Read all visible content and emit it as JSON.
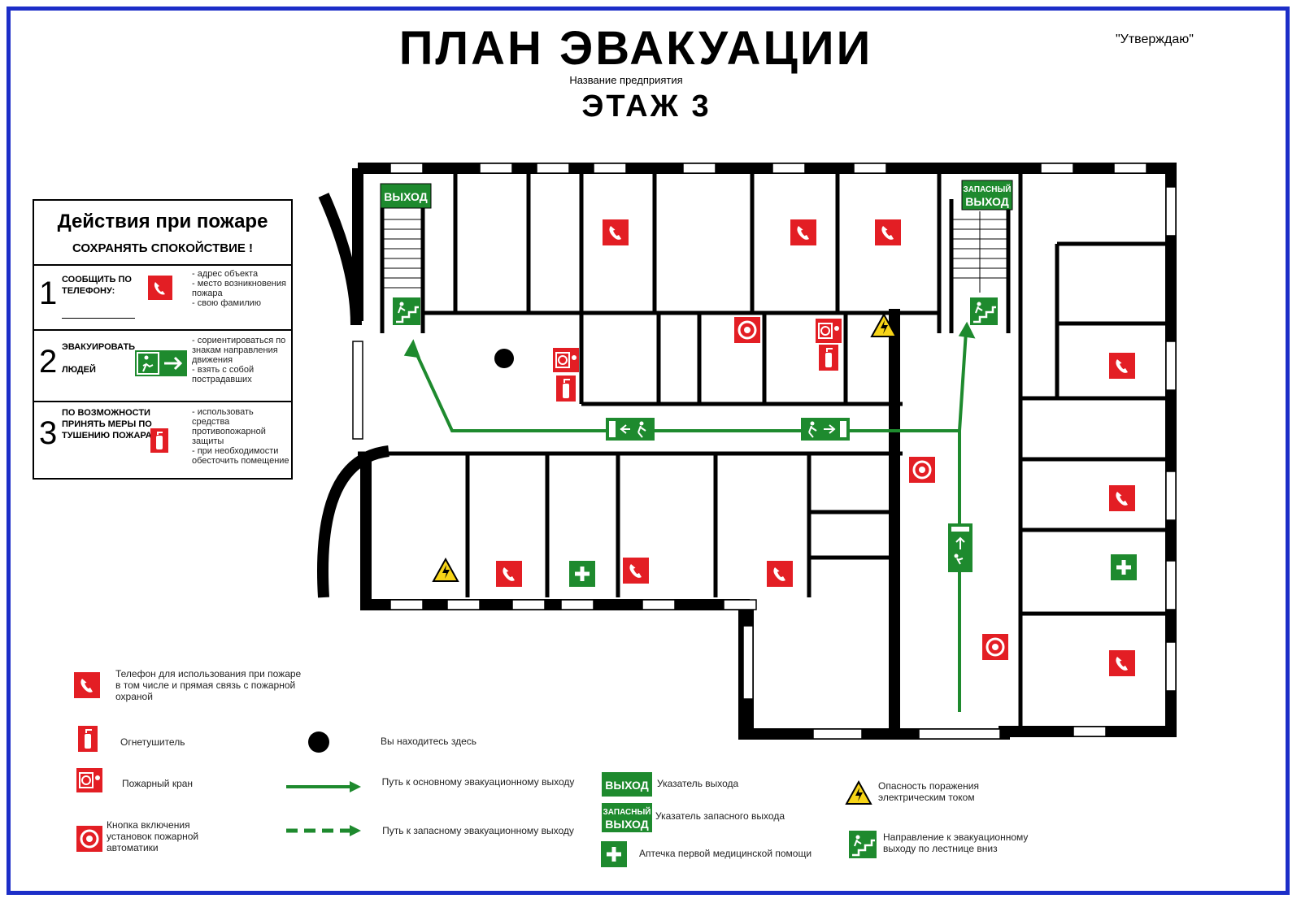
{
  "header": {
    "title": "ПЛАН ЭВАКУАЦИИ",
    "subtitle": "Название предприятия",
    "floor": "ЭТАЖ  3",
    "approve": "\"Утверждаю\""
  },
  "colors": {
    "frame": "#1c2ec8",
    "green": "#1e8a2e",
    "red": "#e31e24",
    "warning": "#f7d417"
  },
  "panel": {
    "heading": "Действия при пожаре",
    "subheading": "СОХРАНЯТЬ СПОКОЙСТВИЕ !",
    "steps": [
      {
        "number": "1",
        "action": "СООБЩИТЬ ПО ТЕЛЕФОНУ:",
        "details": [
          "- адрес объекта",
          "- место возникновения пожара",
          "- свою фамилию"
        ]
      },
      {
        "number": "2",
        "action": "ЭВАКУИРОВАТЬ ЛЮДЕЙ",
        "details": [
          "- сориентироваться по знакам направления движения",
          "- взять с собой пострадавших"
        ]
      },
      {
        "number": "3",
        "action": "ПО ВОЗМОЖНОСТИ ПРИНЯТЬ МЕРЫ ПО ТУШЕНИЮ ПОЖАРА",
        "details": [
          "- использовать средства противопожарной защиты",
          "- при необходимости обесточить помещение"
        ]
      }
    ]
  },
  "signs": {
    "exit": "ВЫХОД",
    "spare_top": "ЗАПАСНЫЙ",
    "spare_bottom": "ВЫХОД"
  },
  "legend": {
    "phone": "Телефон для использования при пожаре в том числе и прямая связь с пожарной охраной",
    "extinguisher": "Огнетушитель",
    "hydrant": "Пожарный кран",
    "alarm_button": "Кнопка включения установок пожарной автоматики",
    "you_are_here": "Вы находитесь здесь",
    "main_route": "Путь к основному эвакуационному выходу",
    "spare_route": "Путь к запасному эвакуационному выходу",
    "exit_sign": "Указатель выхода",
    "spare_exit_sign": "Указатель запасного выхода",
    "first_aid": "Аптечка первой медицинской помощи",
    "electric_hazard": "Опасность поражения электрическим током",
    "stairs_direction": "Направление к эвакуационному выходу по лестнице вниз"
  }
}
